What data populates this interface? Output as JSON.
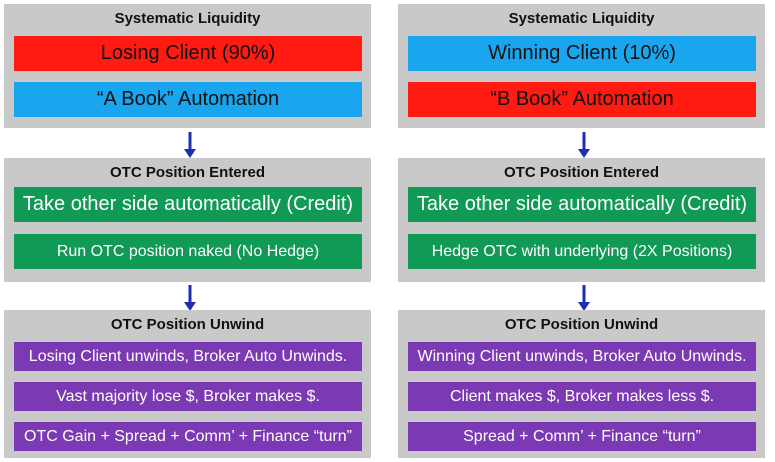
{
  "columns": [
    {
      "id": "left",
      "section1": {
        "title": "Systematic Liquidity",
        "items": [
          {
            "label": "Losing Client (90%)",
            "color": "#ff1a12"
          },
          {
            "label": "“A Book” Automation",
            "color": "#1aa6ef"
          }
        ]
      },
      "section2": {
        "title": "OTC Position Entered",
        "items": [
          {
            "label": "Take other side automatically (Credit)",
            "color": "#119a55"
          },
          {
            "label": "Run OTC position naked (No Hedge)",
            "color": "#119a55"
          }
        ]
      },
      "section3": {
        "title": "OTC Position Unwind",
        "items": [
          {
            "label": "Losing Client unwinds, Broker Auto Unwinds.",
            "color": "#7c39b4"
          },
          {
            "label": "Vast majority lose $, Broker makes $.",
            "color": "#7c39b4"
          },
          {
            "label": "OTC Gain + Spread + Comm’ + Finance “turn”",
            "color": "#7c39b4"
          }
        ]
      }
    },
    {
      "id": "right",
      "section1": {
        "title": "Systematic Liquidity",
        "items": [
          {
            "label": "Winning Client (10%)",
            "color": "#1aa6ef"
          },
          {
            "label": "“B Book” Automation",
            "color": "#ff1a12"
          }
        ]
      },
      "section2": {
        "title": "OTC Position Entered",
        "items": [
          {
            "label": "Take other side automatically (Credit)",
            "color": "#119a55"
          },
          {
            "label": "Hedge OTC with underlying (2X Positions)",
            "color": "#119a55"
          }
        ]
      },
      "section3": {
        "title": "OTC Position Unwind",
        "items": [
          {
            "label": "Winning Client unwinds, Broker Auto Unwinds.",
            "color": "#7c39b4"
          },
          {
            "label": "Client makes $, Broker makes less $.",
            "color": "#7c39b4"
          },
          {
            "label": "Spread + Comm’ + Finance “turn”",
            "color": "#7c39b4"
          }
        ]
      }
    }
  ],
  "arrow_color": "#1b2fb0"
}
